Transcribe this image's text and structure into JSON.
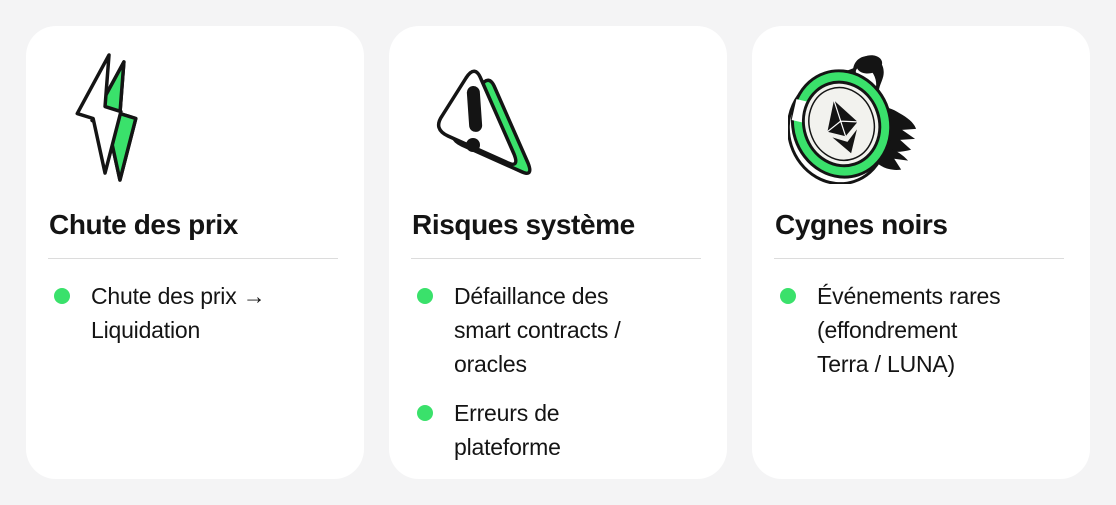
{
  "colors": {
    "background": "#f4f4f5",
    "card_background": "#ffffff",
    "accent_green": "#3ae16b",
    "text": "#141414",
    "divider": "#dcdcdc"
  },
  "cards": [
    {
      "id": "price-drop",
      "icon": "lightning-bolt-icon",
      "title": "Chute des prix",
      "bullets": [
        "Chute des prix →\nLiquidation"
      ]
    },
    {
      "id": "system-risks",
      "icon": "warning-triangle-icon",
      "title": "Risques système",
      "bullets": [
        "Défaillance des\nsmart contracts /\noracles",
        "Erreurs de\nplateforme"
      ]
    },
    {
      "id": "black-swans",
      "icon": "black-swan-coin-icon",
      "title": "Cygnes noirs",
      "bullets": [
        "Événements rares\n(effondrement\nTerra / LUNA)"
      ]
    }
  ]
}
